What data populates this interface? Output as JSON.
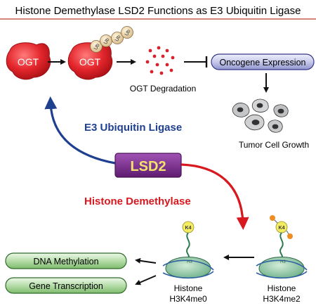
{
  "title": "Histone Demethylase LSD2 Functions as E3 Ubiquitin Ligase",
  "ogt_left_label": "OGT",
  "ogt_right_label": "OGT",
  "ub_label": "Ub",
  "ogt_degradation_label": "OGT Degradation",
  "oncogene_expression_label": "Oncogene Expression",
  "tumor_growth_label": "Tumor Cell Growth",
  "e3_ligase_label": "E3 Ubiquitin Ligase",
  "lsd2_label": "LSD2",
  "histone_demethylase_label": "Histone Demethylase",
  "dna_methylation_label": "DNA Methylation",
  "gene_transcription_label": "Gene Transcription",
  "histone_left": {
    "line1": "Histone",
    "line2": "H3K4me0",
    "k4_label": "K4",
    "h3_label": "H3"
  },
  "histone_right": {
    "line1": "Histone",
    "line2": "H3K4me2",
    "k4_label": "K4",
    "h3_label": "H3"
  },
  "colors": {
    "title_rule": "#c0392b",
    "ogt_red": "#e3262c",
    "lsd2_purple": "#7b2d8e",
    "lsd2_text": "#f3e26b",
    "e3_blue": "#1f3f8f",
    "demethylase_red": "#d7191f",
    "pill_green": "#9fcf8e",
    "oncogene_blue": "#b3b7df",
    "k4_yellow": "#f4ec63",
    "methyl_orange": "#f08d21",
    "nucleosome_green": "#8cc7a4"
  }
}
